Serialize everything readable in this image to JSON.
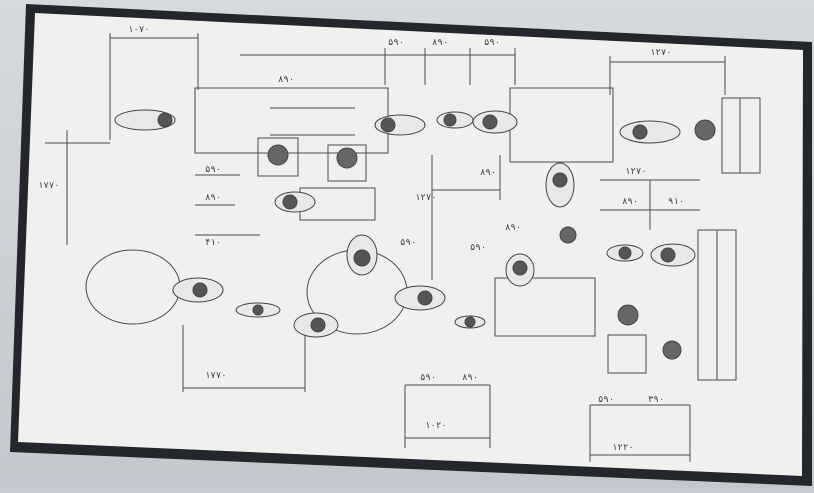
{
  "figure": {
    "description_kind": "architectural space-planning drawing photographed on a paper sheet",
    "colors": {
      "frame": "#23262b",
      "paper": "#f0f0ee",
      "ink": "#333333"
    },
    "dimension_labels": [
      "۱۰۷۰",
      "۸۹۰",
      "۵۹۰",
      "۸۹۰",
      "۵۹۰",
      "۱۲۷۰",
      "۵۹۰",
      "۸۹۰",
      "۱۷۷۰",
      "۱۲۷۰",
      "۸۹۰",
      "۴۱۰",
      "۱۲۷۰",
      "۸۹۰",
      "۹۱۰",
      "۵۹۰",
      "۸۹۰",
      "۵۹۰",
      "۱۷۷۰",
      "۵۹۰",
      "۸۹۰",
      "۱۰۲۰",
      "۵۹۰",
      "۳۹۰",
      "۱۲۲۰"
    ]
  }
}
